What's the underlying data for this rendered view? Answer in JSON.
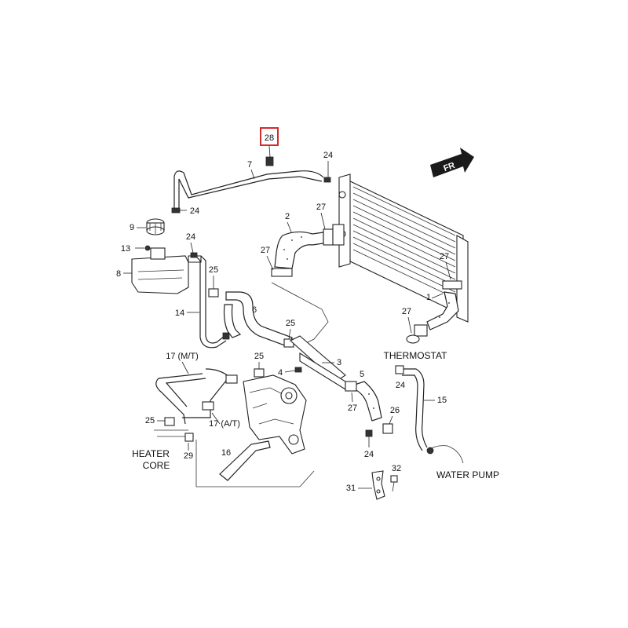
{
  "highlight": {
    "label": "28",
    "color": "#d62b2b"
  },
  "fr_badge": "FR",
  "callouts": {
    "p7": "7",
    "p24_top": "24",
    "p24_hose": "24",
    "p24_tank": "24",
    "p2": "2",
    "p27_a": "27",
    "p27_b": "27",
    "p27_right": "27",
    "p27_therm": "27",
    "p9": "9",
    "p13": "13",
    "p8": "8",
    "p25_a": "25",
    "p14": "14",
    "p6": "6",
    "p25_b": "25",
    "p25_c": "25",
    "p3": "3",
    "p4": "4",
    "p1": "1",
    "p17_mt": "17 (M/T)",
    "p17_at": "17 (A/T)",
    "p25_d": "25",
    "p29": "29",
    "p16": "16",
    "p5": "5",
    "p27_c": "27",
    "p26": "26",
    "p24_low": "24",
    "p24_pump": "24",
    "p15": "15",
    "p31": "31",
    "p32": "32"
  },
  "labels": {
    "thermostat": "THERMOSTAT",
    "heater_core_1": "HEATER",
    "heater_core_2": "CORE",
    "water_pump": "WATER PUMP"
  }
}
